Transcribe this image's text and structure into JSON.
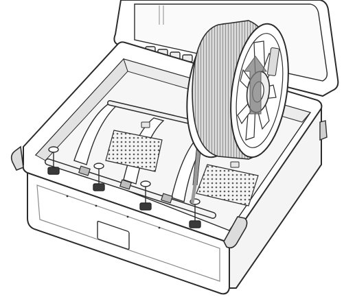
{
  "diagram": {
    "colors": {
      "background": "#ffffff",
      "line": "#2b2b2b",
      "line_light": "#8a8a8a",
      "fill_light": "#f4f4f4",
      "fill_mid": "#e6e6e6",
      "fill_dark": "#bdbdbd",
      "filament": "#9a9a9a",
      "arrow": "#7d7d7d"
    },
    "compartments": 4,
    "spool_count": 1,
    "direction_indicator": "upward-arrow"
  }
}
